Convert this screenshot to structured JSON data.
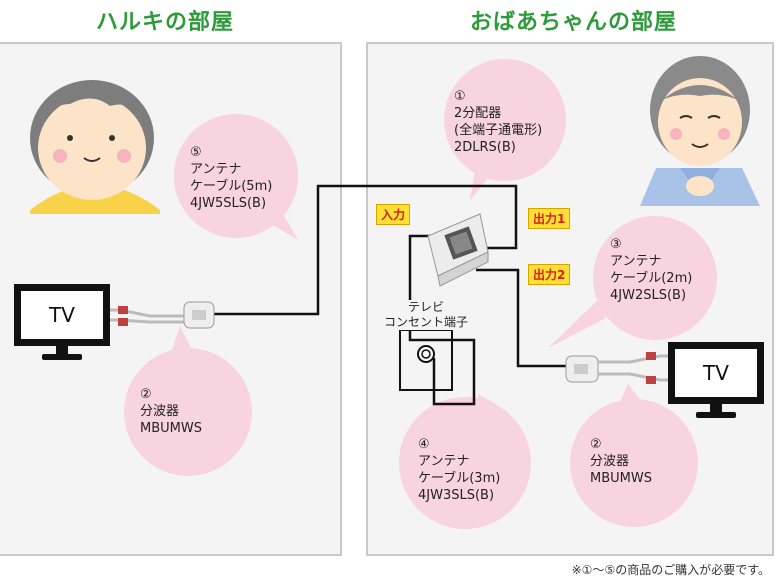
{
  "rooms": {
    "left_title": "ハルキの部屋",
    "right_title": "おばあちゃんの部屋"
  },
  "bubbles": {
    "b1": {
      "num": "①",
      "lines": [
        "2分配器",
        "(全端子通電形)",
        "2DLRS(B)"
      ]
    },
    "b5": {
      "num": "⑤",
      "lines": [
        "アンテナ",
        "ケーブル(5m)",
        "4JW5SLS(B)"
      ]
    },
    "b2_left": {
      "num": "②",
      "lines": [
        "分波器",
        "MBUMWS"
      ]
    },
    "b3": {
      "num": "③",
      "lines": [
        "アンテナ",
        "ケーブル(2m)",
        "4JW2SLS(B)"
      ]
    },
    "b4": {
      "num": "④",
      "lines": [
        "アンテナ",
        "ケーブル(3m)",
        "4JW3SLS(B)"
      ]
    },
    "b2_right": {
      "num": "②",
      "lines": [
        "分波器",
        "MBUMWS"
      ]
    }
  },
  "tags": {
    "input": "入力",
    "output1": "出力1",
    "output2": "出力2"
  },
  "tv": {
    "left_label": "TV",
    "right_label": "TV"
  },
  "outlet": {
    "label_line1": "テレビ",
    "label_line2": "コンセント端子"
  },
  "footnote": "※①〜⑤の商品のご購入が必要です。",
  "colors": {
    "title_green": "#2e9b3a",
    "bubble_pink": "#f8d3e0",
    "tag_yellow": "#ffe033",
    "tag_text_red": "#d42020"
  }
}
